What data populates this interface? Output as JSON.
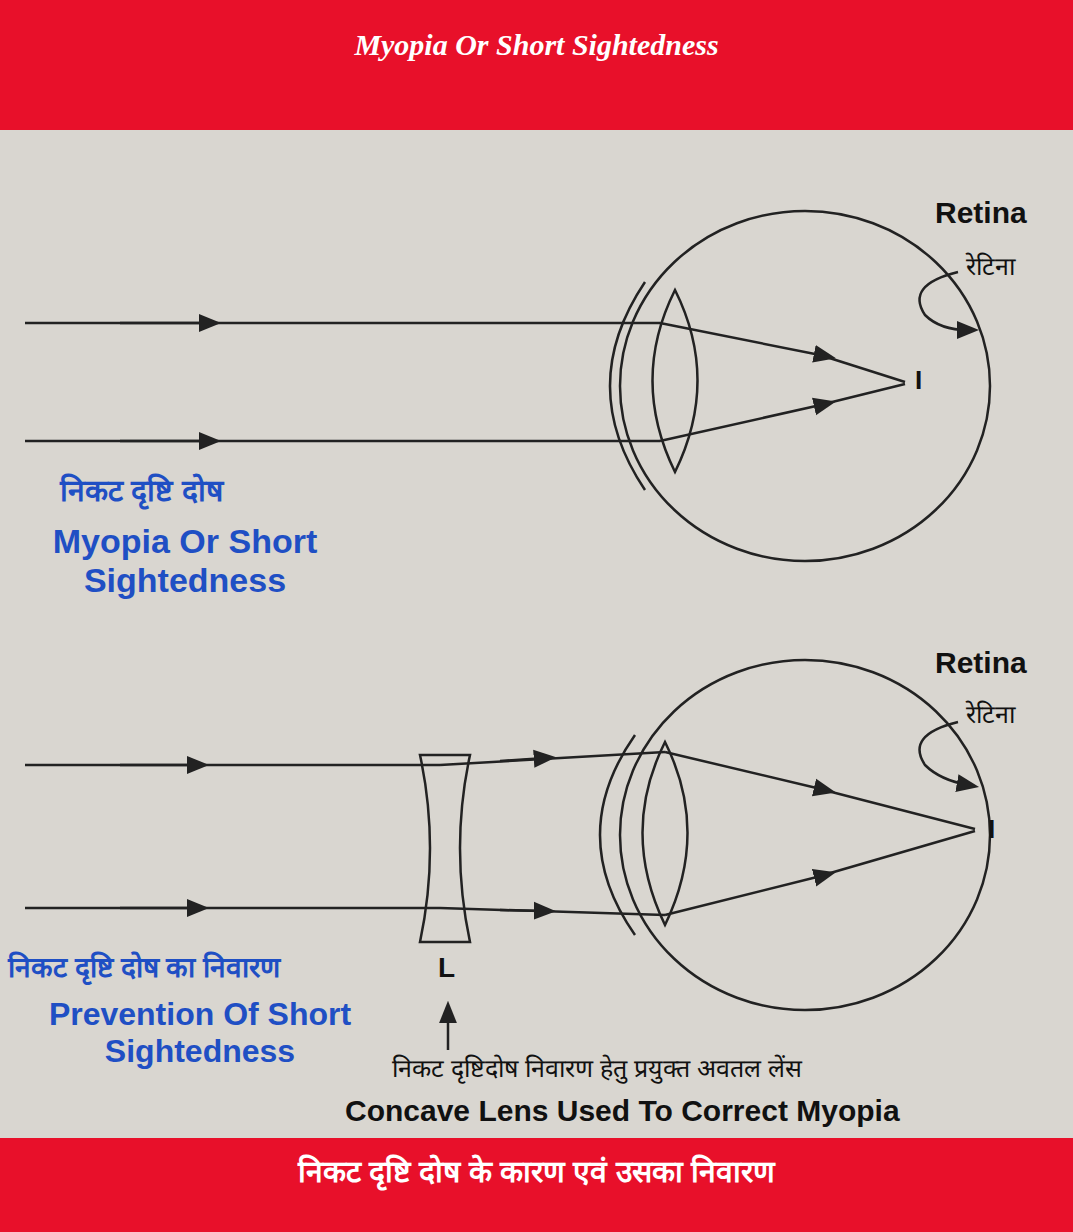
{
  "diagram": {
    "title": "Myopia Or Short Sightedness",
    "caption": "निकट दृष्टि दोष के कारण एवं उसका निवारण",
    "labels": [
      "Retina",
      "रेटिना",
      "I",
      "निकट दृष्टि दोष",
      "Myopia Or Short Sightedness",
      "Retina",
      "रेटिना",
      "I",
      "निकट दृष्टि दोष का निवारण",
      "Prevention Of Short Sightedness",
      "L",
      "निकट दृष्टिदोष निवारण हेतु प्रयुक्त अवतल लेंस",
      "Concave Lens Used To Correct Myopia"
    ]
  }
}
